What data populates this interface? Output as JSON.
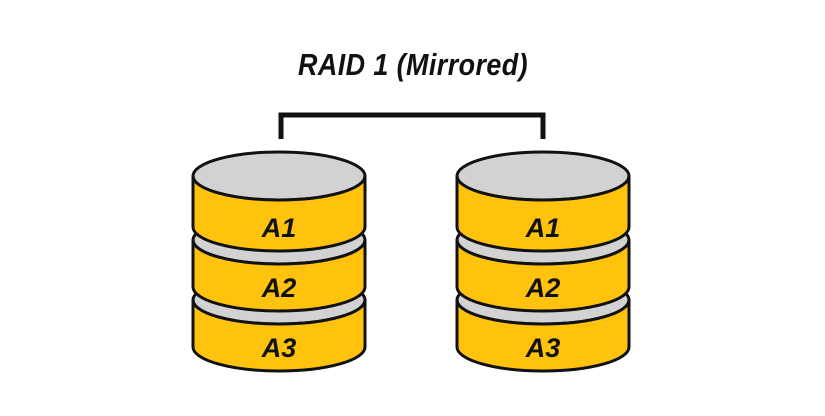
{
  "diagram": {
    "title": "RAID 1 (Mirrored)",
    "disks": [
      {
        "segments": [
          "A1",
          "A2",
          "A3"
        ]
      },
      {
        "segments": [
          "A1",
          "A2",
          "A3"
        ]
      }
    ]
  },
  "colors": {
    "background": "#ffffff",
    "disk_body": "#ffc20d",
    "disk_top": "#d2d2d2",
    "outline": "#111111",
    "connector": "#111111",
    "text": "#111111"
  }
}
